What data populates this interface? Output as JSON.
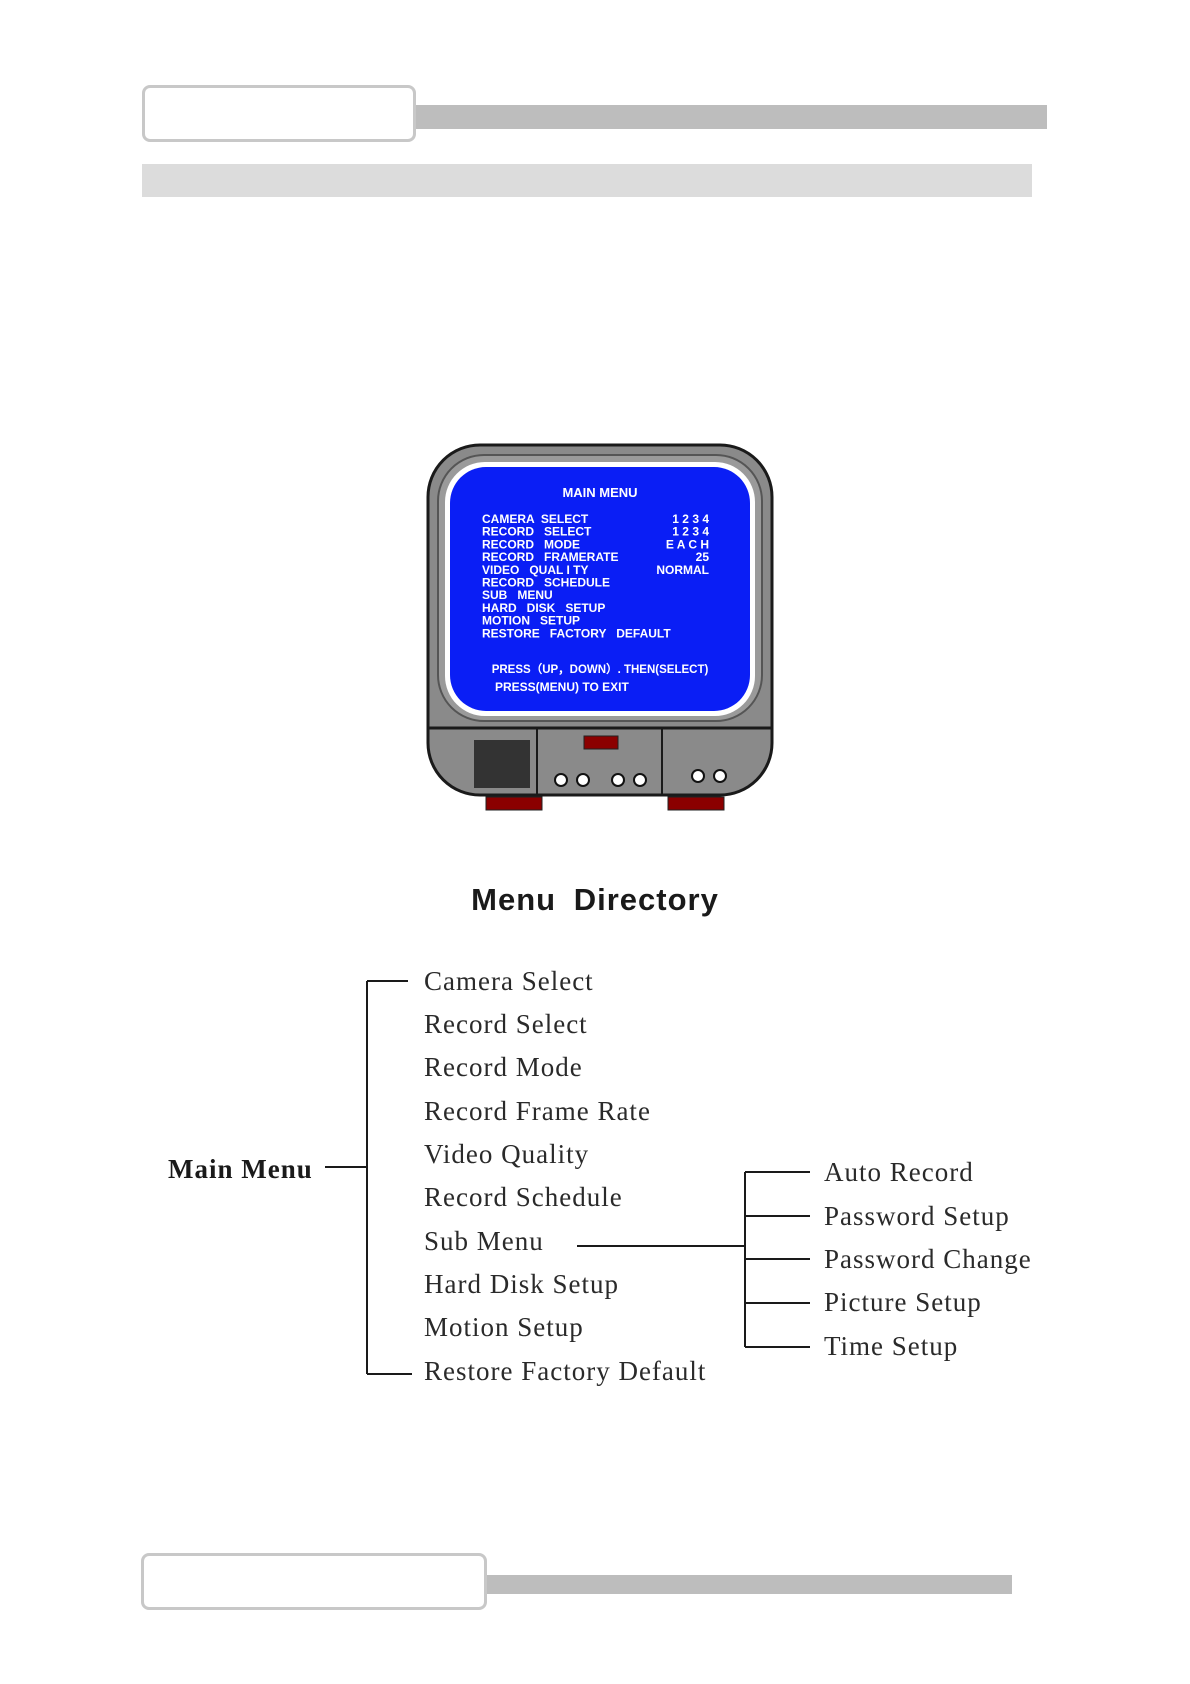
{
  "tv_screen": {
    "title": "MAIN MENU",
    "rows": [
      {
        "label": "CAMERA  SELECT",
        "value": "1 2 3 4"
      },
      {
        "label": "RECORD   SELECT",
        "value": "1 2 3 4"
      },
      {
        "label": "RECORD   MODE",
        "value": "E A C H"
      },
      {
        "label": "RECORD   FRAMERATE",
        "value": "25"
      },
      {
        "label": "VIDEO   QUAL I TY",
        "value": "NORMAL"
      },
      {
        "label": "RECORD   SCHEDULE",
        "value": ""
      },
      {
        "label": "SUB   MENU",
        "value": ""
      },
      {
        "label": "HARD   DISK   SETUP",
        "value": ""
      },
      {
        "label": "MOTION   SETUP",
        "value": ""
      },
      {
        "label": "RESTORE   FACTORY   DEFAULT",
        "value": ""
      }
    ],
    "footer_line1": "PRESS（UP，DOWN）. THEN(SELECT)",
    "footer_line2": "PRESS(MENU)     TO    EXIT"
  },
  "directory": {
    "title": "Menu  Directory",
    "root_label": "Main Menu",
    "main_items": [
      "Camera Select",
      "Record Select",
      "Record Mode",
      "Record Frame Rate",
      "Video Quality",
      "Record Schedule",
      "Sub Menu",
      "Hard Disk Setup",
      "Motion Setup",
      "Restore Factory Default"
    ],
    "sub_items": [
      "Auto Record",
      "Password Setup",
      "Password Change",
      "Picture Setup",
      "Time Setup"
    ]
  },
  "colors": {
    "screen_blue": "#0a1ef5",
    "tv_body": "#888888",
    "header_bar": "#bdbdbd",
    "sub_bar": "#dcdcdc"
  }
}
